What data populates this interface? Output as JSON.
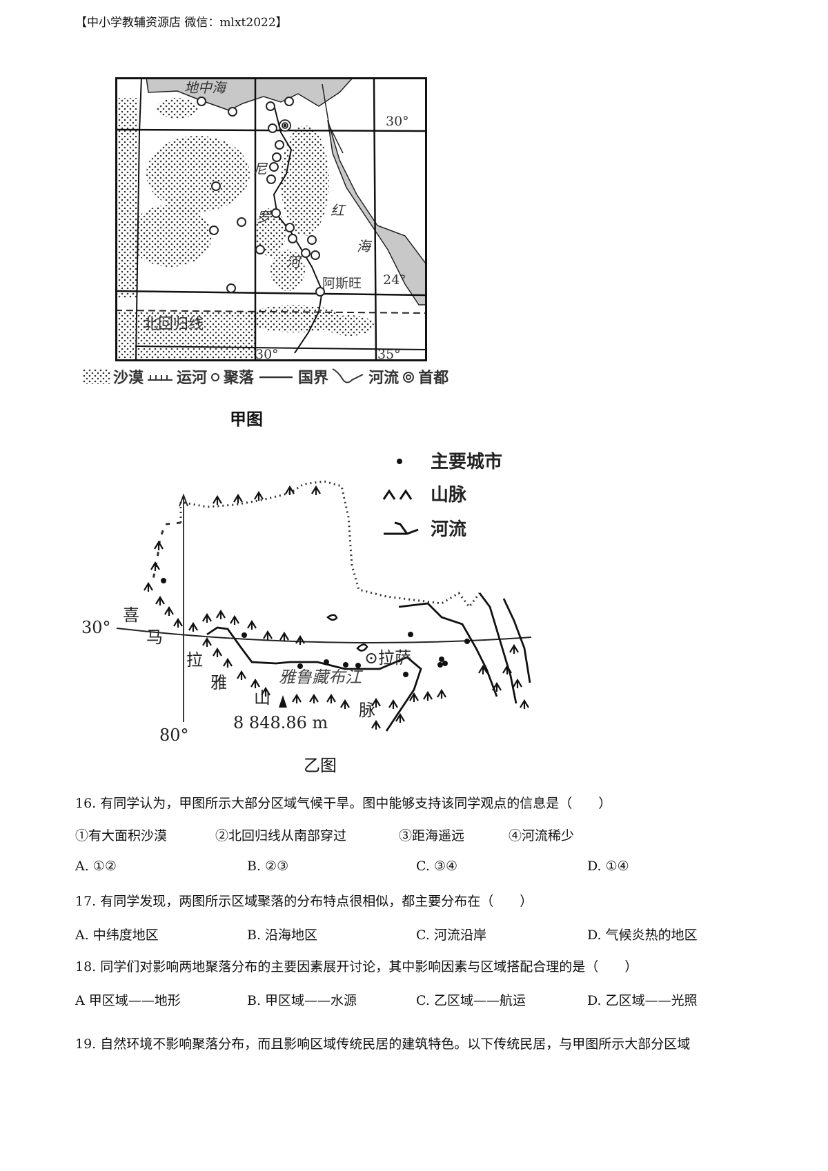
{
  "header": "【中小学教辅资源店  微信：mlxt2022】",
  "map1": {
    "caption": "甲图",
    "labels": {
      "sea_med": "地中海",
      "ni": "尼",
      "luo": "罗",
      "he": "河",
      "hong": "红",
      "hai": "海",
      "aswan": "阿斯旺",
      "lat30": "30°",
      "lat24": "24°",
      "tropic": "北回归线",
      "lon30": "30°",
      "lon35": "35°"
    },
    "legend": [
      "沙漠",
      "运河",
      "聚落",
      "国界",
      "河流",
      "首都"
    ]
  },
  "map2": {
    "caption": "乙图",
    "legend": [
      "主要城市",
      "山脉",
      "河流"
    ],
    "labels": {
      "xi": "喜",
      "ma": "马",
      "la": "拉",
      "ya": "雅",
      "shan": "山",
      "mai": "脉",
      "river": "雅鲁藏布江",
      "lhasa": "⊙拉萨",
      "peak": "8 848.86 m",
      "lat30": "30°",
      "lon80": "80°"
    }
  },
  "questions": [
    {
      "stem": "16. 有同学认为，甲图所示大部分区域气候干旱。图中能够支持该同学观点的信息是（　　）",
      "items": [
        "①有大面积沙漠",
        "②北回归线从南部穿过",
        "③距海遥远",
        "④河流稀少"
      ],
      "options": [
        "A. ①②",
        "B. ②③",
        "C. ③④",
        "D. ①④"
      ]
    },
    {
      "stem": "17. 有同学发现，两图所示区域聚落的分布特点很相似，都主要分布在（　　）",
      "options": [
        "A.  中纬度地区",
        "B.  沿海地区",
        "C.  河流沿岸",
        "D.  气候炎热的地区"
      ]
    },
    {
      "stem": "18. 同学们对影响两地聚落分布的主要因素展开讨论，其中影响因素与区域搭配合理的是（　　）",
      "options": [
        "A   甲区域——地形",
        "B.  甲区域——水源",
        "C.  乙区域——航运",
        "D.  乙区域——光照"
      ]
    },
    {
      "stem": "19. 自然环境不影响聚落分布，而且影响区域传统民居的建筑特色。以下传统民居，与甲图所示大部分区域"
    }
  ]
}
